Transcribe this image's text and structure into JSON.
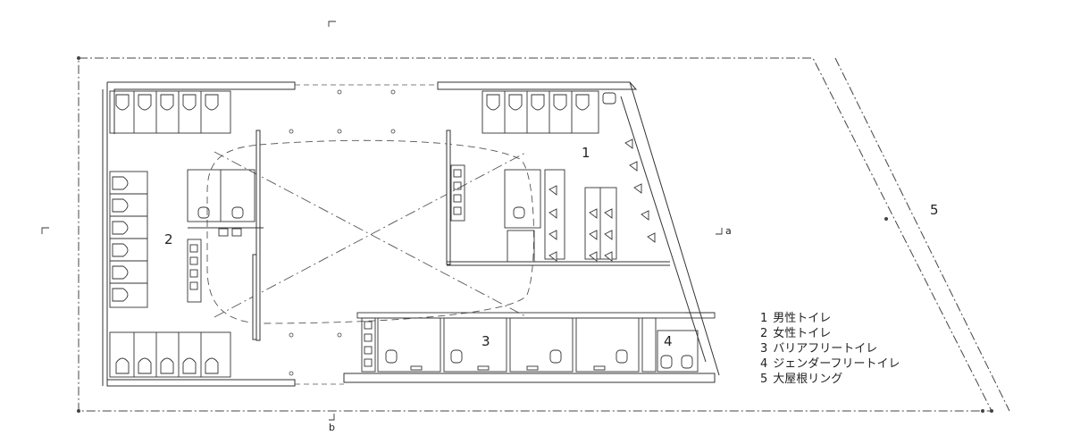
{
  "room_labels": {
    "mens": "1",
    "womens": "2",
    "barrier_free": "3",
    "gender_free": "4",
    "roof_ring": "5"
  },
  "section_markers": {
    "a": "a",
    "b": "b"
  },
  "legend": [
    {
      "num": "1",
      "text": "男性トイレ"
    },
    {
      "num": "2",
      "text": "女性トイレ"
    },
    {
      "num": "3",
      "text": "バリアフリートイレ"
    },
    {
      "num": "4",
      "text": "ジェンダーフリートイレ"
    },
    {
      "num": "5",
      "text": "大屋根リング"
    }
  ],
  "colors": {
    "line": "#333333",
    "wall_fill": "#ffffff"
  }
}
